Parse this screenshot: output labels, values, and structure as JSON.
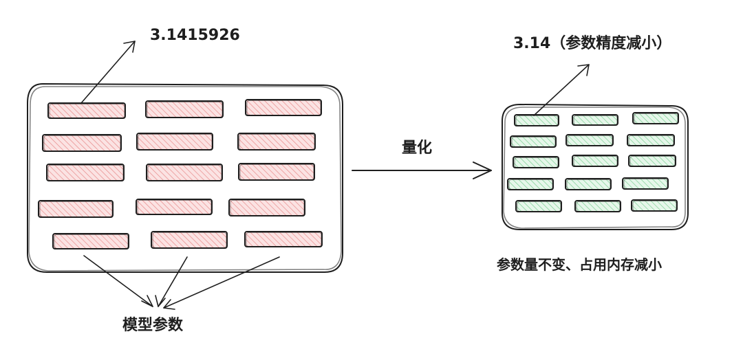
{
  "diagram": {
    "left": {
      "value_label": "3.1415926",
      "caption": "模型参数",
      "param_fill": "#f4c3c3",
      "param_hatch": "#e88a8a"
    },
    "middle": {
      "arrow_label": "量化"
    },
    "right": {
      "value_label": "3.14（参数精度减小）",
      "caption": "参数量不变、占用内存减小",
      "param_fill": "#cdeed6",
      "param_hatch": "#7ccf94"
    },
    "stroke_color": "#1e1e1e"
  }
}
